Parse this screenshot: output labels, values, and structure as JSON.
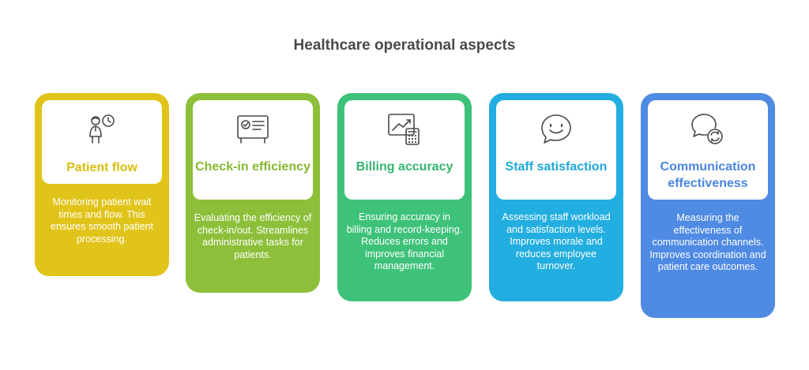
{
  "title": "Healthcare operational aspects",
  "cards": [
    {
      "label": "Patient flow",
      "description": "Monitoring patient wait times and flow. This ensures smooth patient processing.",
      "icon": "person-clock-icon",
      "color": "#e1c41a",
      "label_color": "#d9bd0e"
    },
    {
      "label": "Check-in efficiency",
      "description": "Evaluating the efficiency of check-in/out. Streamlines administrative tasks for patients.",
      "icon": "checklist-board-icon",
      "color": "#8dbf3a",
      "label_color": "#86b832"
    },
    {
      "label": "Billing accuracy",
      "description": "Ensuring accuracy in billing and record-keeping. Reduces errors and improves financial management.",
      "icon": "chart-calculator-icon",
      "color": "#3ec27a",
      "label_color": "#33b56e"
    },
    {
      "label": "Staff satisfaction",
      "description": "Assessing staff workload and satisfaction levels. Improves morale and reduces employee turnover.",
      "icon": "smiley-speech-bubble-icon",
      "color": "#22aee0",
      "label_color": "#1ea8da"
    },
    {
      "label": "Communication effectiveness",
      "description": "Measuring the effectiveness of communication channels. Improves coordination and patient care outcomes.",
      "icon": "speech-bubble-refresh-icon",
      "color": "#4f8ae3",
      "label_color": "#4a85df"
    }
  ]
}
